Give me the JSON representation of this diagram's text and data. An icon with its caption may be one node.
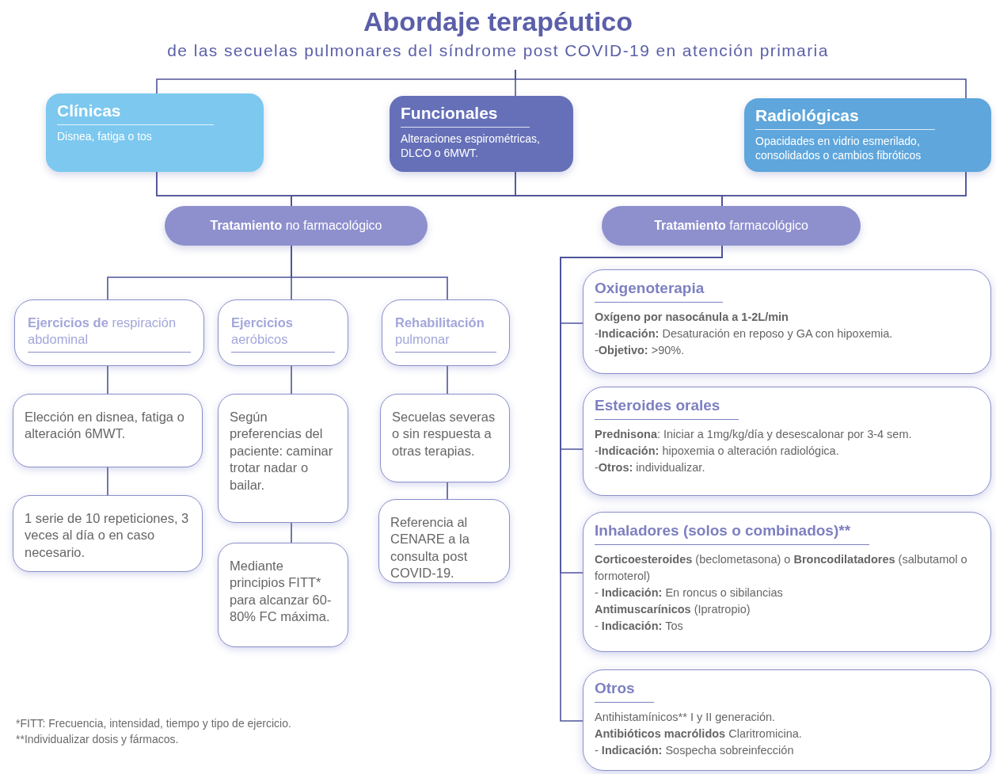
{
  "diagram": {
    "title": "Abordaje terapéutico",
    "nodes": [
      {
        "text": [
          "Clínicas",
          "Disnea, fatiga o tos"
        ]
      },
      {
        "text": [
          "Funcionales",
          "Alteraciones espirométricas, DLCO o 6MWT."
        ]
      },
      {
        "text": [
          "Radiológicas",
          "Opacidades en vidrio esmerilado, consolidados o cambios fibróticos"
        ]
      },
      {
        "text": [
          "**Tratamiento** no farmacológico"
        ]
      },
      {
        "text": [
          "**Tratamiento** farmacológico"
        ]
      },
      {
        "text": [
          "**Ejercicios de** respiración abdominal"
        ]
      },
      {
        "text": [
          "**Ejercicios** aeróbicos"
        ]
      },
      {
        "text": [
          "**Rehabilitación** pulmonar"
        ]
      },
      {
        "text": [
          "Elección en disnea, fatiga o alteración 6MWT."
        ]
      },
      {
        "text": [
          "1 serie de 10 repeticiones, 3 veces al día o en caso necesario."
        ]
      },
      {
        "text": [
          "Según preferencias del paciente: caminar trotar nadar o bailar."
        ]
      },
      {
        "text": [
          "Mediante principios FITT* para alcanzar 60-80% FC máxima."
        ]
      },
      {
        "text": [
          "Secuelas severas o sin respuesta a otras terapias."
        ]
      },
      {
        "text": [
          "Referencia al CENARE a la consulta post COVID-19."
        ]
      },
      {
        "text": [
          "Oxigenoterapia",
          "**Oxígeno por nasocánula a 1-2L/min**",
          "-**Indicación:** Desaturación en reposo y GA con hipoxemia.",
          "-**Objetivo:** >90%."
        ]
      },
      {
        "text": [
          "Esteroides orales",
          "**Prednisona**: Iniciar a 1mg/kg/día y desescalonar por 3-4 sem.",
          "-**Indicación:** hipoxemia o alteración radiológica.",
          "-**Otros:** individualizar."
        ]
      },
      {
        "text": [
          "Inhaladores (solos o combinados)**",
          "**Corticoesteroides** (beclometasona) o **Broncodilatadores** (salbutamol o formoterol)",
          "- **Indicación:** En roncus o sibilancias",
          "**Antimuscarínicos** (Ipratropio)",
          "- **Indicación:** Tos"
        ]
      },
      {
        "text": [
          "Otros",
          "Antihistamínicos** I y II generación.",
          "**Antibióticos macrólidos** Claritromicina.",
          "- **Indicación:** Sospecha sobreinfección"
        ]
      }
    ],
    "edges": [
      {
        "from": null,
        "to": 0,
        "arrow": "none"
      },
      {
        "from": null,
        "to": 1,
        "arrow": "none"
      },
      {
        "from": null,
        "to": 2,
        "arrow": "none"
      },
      {
        "from": 0,
        "to": 3,
        "arrow": "none"
      },
      {
        "from": 1,
        "to": 3,
        "arrow": "none"
      },
      {
        "from": 2,
        "to": 3,
        "arrow": "none"
      },
      {
        "from": 0,
        "to": 4,
        "arrow": "none"
      },
      {
        "from": 1,
        "to": 4,
        "arrow": "none"
      },
      {
        "from": 2,
        "to": 4,
        "arrow": "none"
      },
      {
        "from": 3,
        "to": 5,
        "arrow": "none"
      },
      {
        "from": 3,
        "to": 6,
        "arrow": "none"
      },
      {
        "from": 3,
        "to": 7,
        "arrow": "none"
      },
      {
        "from": 5,
        "to": 8,
        "arrow": "none"
      },
      {
        "from": 8,
        "to": 9,
        "arrow": "none"
      },
      {
        "from": 6,
        "to": 10,
        "arrow": "none"
      },
      {
        "from": 10,
        "to": 11,
        "arrow": "none"
      },
      {
        "from": 7,
        "to": 12,
        "arrow": "none"
      },
      {
        "from": 12,
        "to": 13,
        "arrow": "none"
      },
      {
        "from": 4,
        "to": 14,
        "arrow": "none"
      },
      {
        "from": 4,
        "to": 15,
        "arrow": "none"
      },
      {
        "from": 4,
        "to": 16,
        "arrow": "none"
      },
      {
        "from": 4,
        "to": 17,
        "arrow": "none"
      }
    ],
    "labels": [
      "de las secuelas pulmonares del síndrome post COVID-19 en atención primaria",
      "*FITT: Frecuencia, intensidad, tiempo y tipo de ejercicio.",
      "**Individualizar dosis y fármacos."
    ]
  }
}
